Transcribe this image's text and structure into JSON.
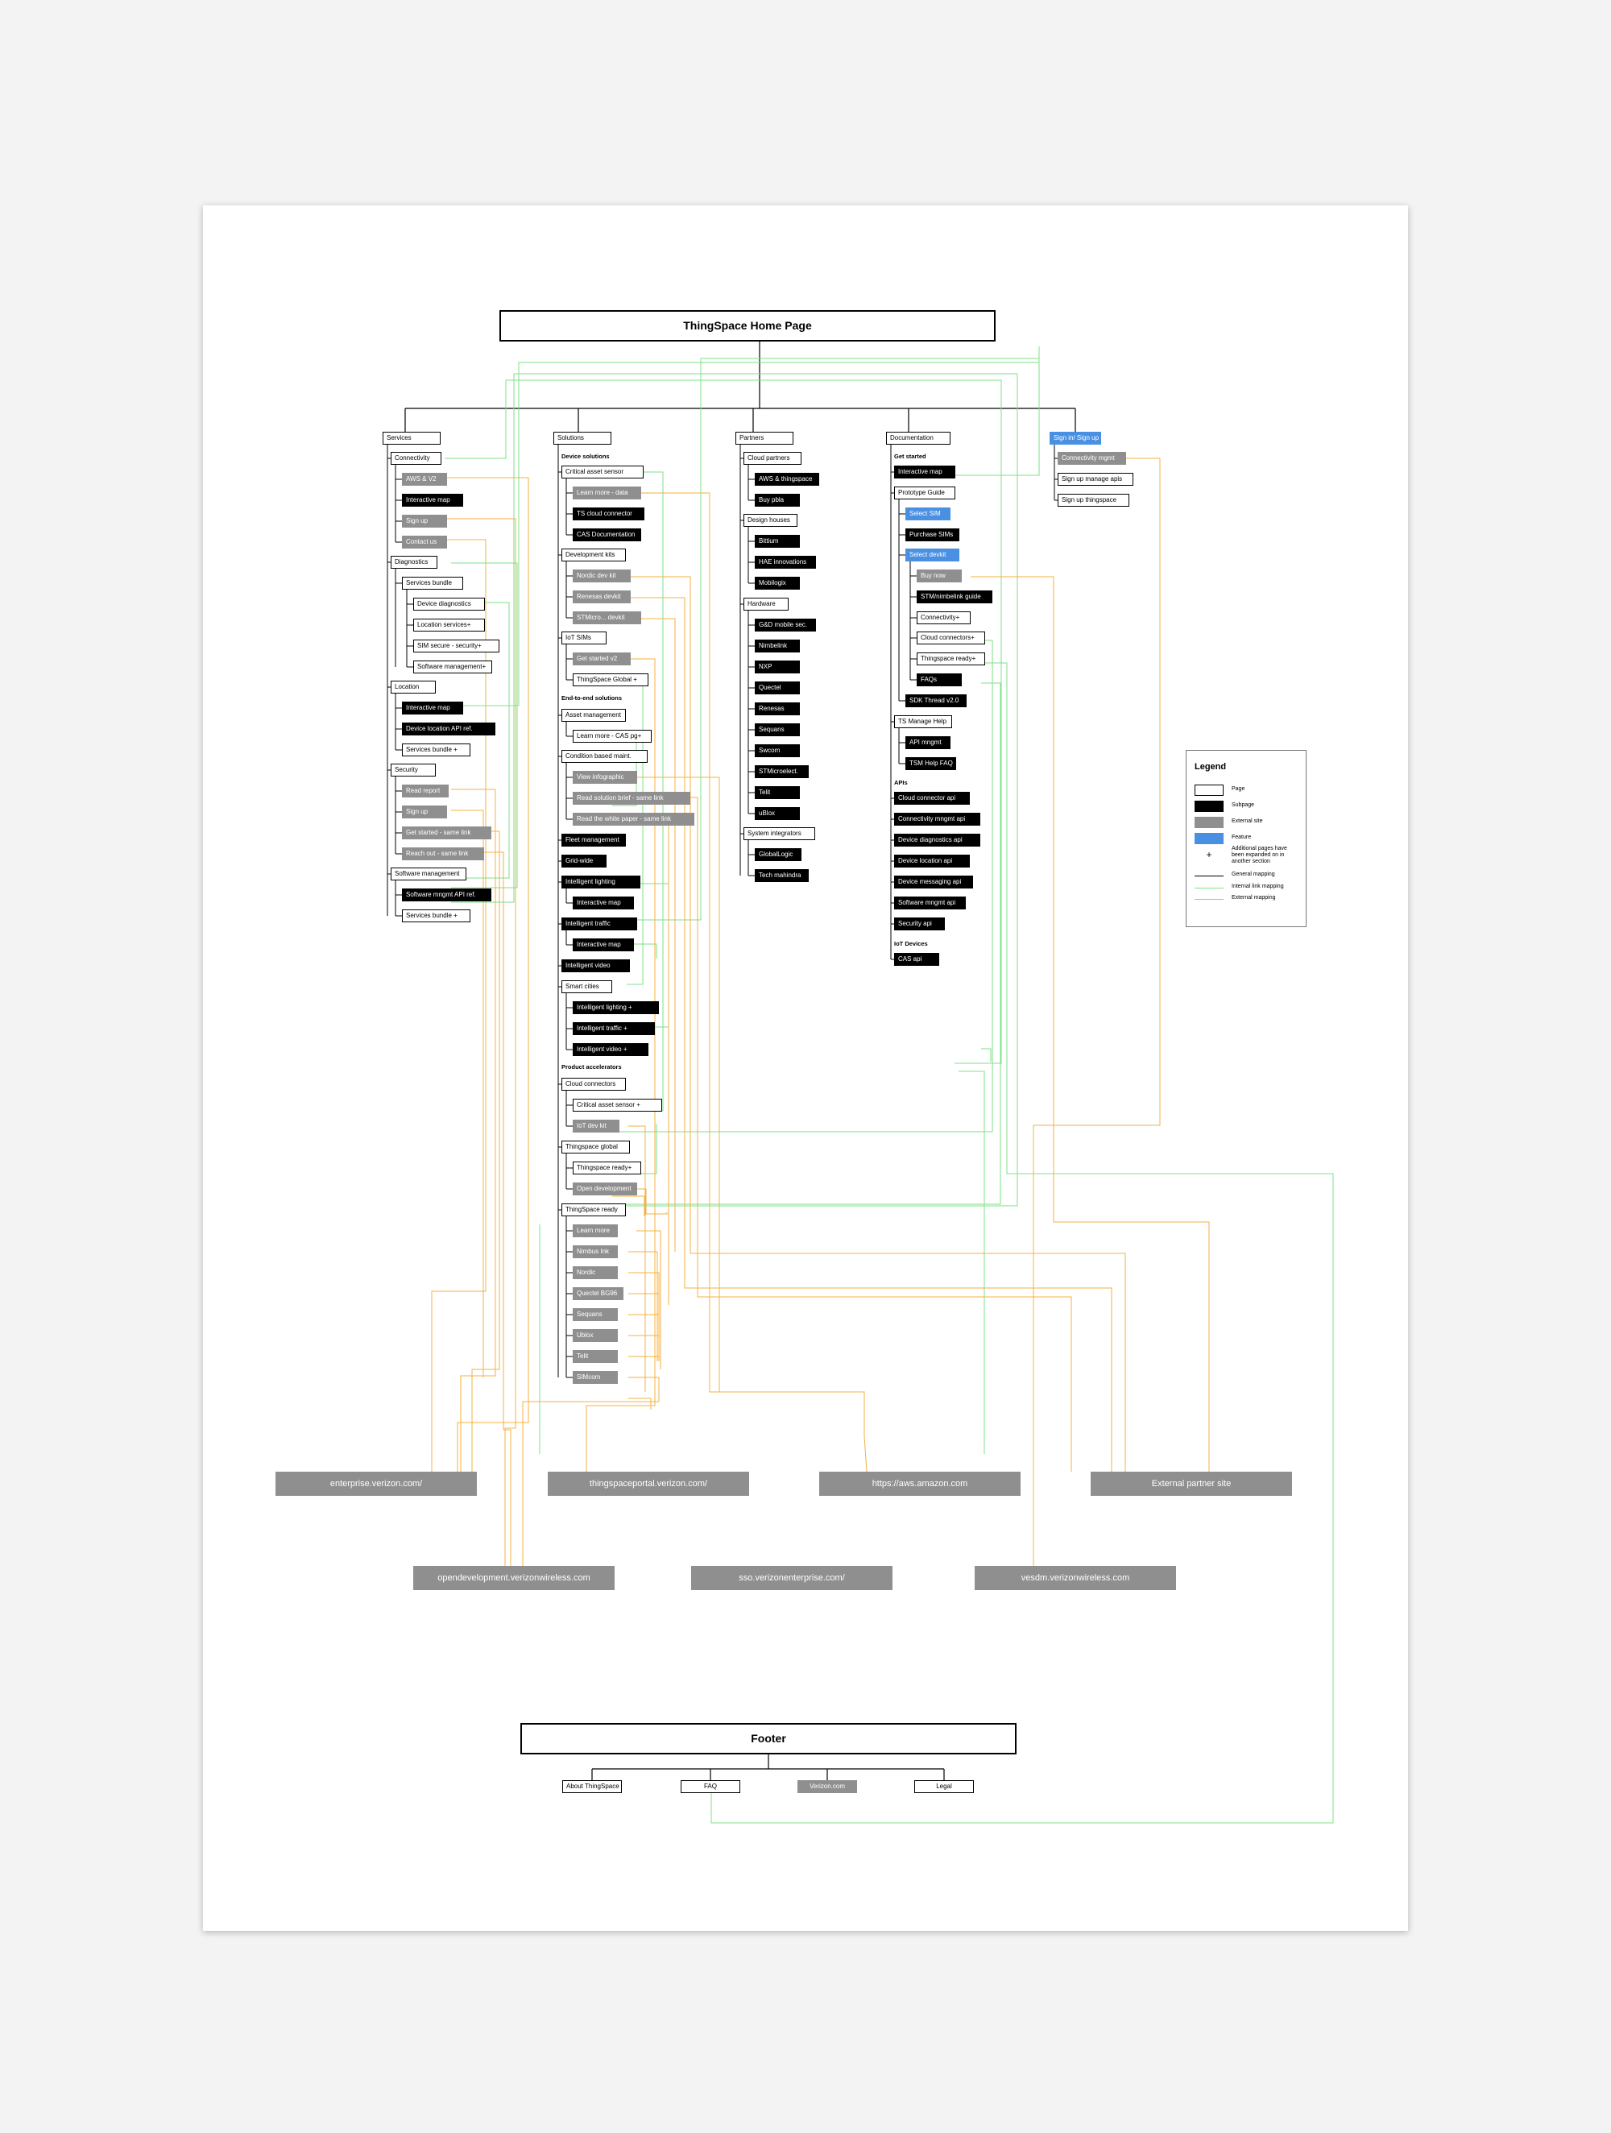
{
  "title": "ThingSpace Home Page",
  "footer_title": "Footer",
  "colors": {
    "page": "#ffffff",
    "subpage": "#000000",
    "external": "#8f8f8f",
    "feature": "#4a90e2",
    "general": "#000000",
    "internal": "#7ee28a",
    "externalLink": "#f5b041"
  },
  "columns": {
    "services": {
      "label": "Services",
      "items": [
        {
          "label": "Connectivity",
          "type": "page"
        },
        {
          "label": "AWS & V2",
          "type": "ext"
        },
        {
          "label": "Interactive map",
          "type": "sub"
        },
        {
          "label": "Sign up",
          "type": "ext"
        },
        {
          "label": "Contact us",
          "type": "ext"
        },
        {
          "label": "Diagnostics",
          "type": "page"
        },
        {
          "label": "Services bundle",
          "type": "page"
        },
        {
          "label": "Device diagnostics",
          "type": "page"
        },
        {
          "label": "Location services+",
          "type": "page"
        },
        {
          "label": "SIM secure - security+",
          "type": "page"
        },
        {
          "label": "Software management+",
          "type": "page"
        },
        {
          "label": "Location",
          "type": "page"
        },
        {
          "label": "Interactive map",
          "type": "sub"
        },
        {
          "label": "Device location API ref.",
          "type": "sub"
        },
        {
          "label": "Services bundle +",
          "type": "page"
        },
        {
          "label": "Security",
          "type": "page"
        },
        {
          "label": "Read report",
          "type": "ext"
        },
        {
          "label": "Sign up",
          "type": "ext"
        },
        {
          "label": "Get started - same link",
          "type": "ext"
        },
        {
          "label": "Reach out - same link",
          "type": "ext"
        },
        {
          "label": "Software management",
          "type": "page"
        },
        {
          "label": "Software mngmt API ref.",
          "type": "sub"
        },
        {
          "label": "Services bundle +",
          "type": "page"
        }
      ]
    },
    "solutions": {
      "label": "Solutions",
      "headers": [
        "Device solutions",
        "End-to-end solutions",
        "Product accelerators"
      ],
      "items": [
        {
          "label": "Critical asset sensor",
          "type": "page"
        },
        {
          "label": "Learn more - data",
          "type": "ext"
        },
        {
          "label": "TS cloud connector",
          "type": "sub"
        },
        {
          "label": "CAS Documentation",
          "type": "sub"
        },
        {
          "label": "Development kits",
          "type": "page"
        },
        {
          "label": "Nordic dev kit",
          "type": "ext"
        },
        {
          "label": "Renesas devkit",
          "type": "ext"
        },
        {
          "label": "STMicro... devkit",
          "type": "ext"
        },
        {
          "label": "IoT SIMs",
          "type": "page"
        },
        {
          "label": "Get started v2",
          "type": "ext"
        },
        {
          "label": "ThingSpace Global +",
          "type": "page"
        },
        {
          "label": "Asset management",
          "type": "page"
        },
        {
          "label": "Learn more - CAS pg+",
          "type": "page"
        },
        {
          "label": "Condition based maint.",
          "type": "page"
        },
        {
          "label": "View infographic",
          "type": "ext"
        },
        {
          "label": "Read solution brief - same link",
          "type": "ext"
        },
        {
          "label": "Read the white paper - same link",
          "type": "ext"
        },
        {
          "label": "Fleet management",
          "type": "sub"
        },
        {
          "label": "Grid-wide",
          "type": "sub"
        },
        {
          "label": "Intelligent lighting",
          "type": "sub"
        },
        {
          "label": "Interactive map",
          "type": "sub"
        },
        {
          "label": "Intelligent traffic",
          "type": "sub"
        },
        {
          "label": "Interactive map",
          "type": "sub"
        },
        {
          "label": "Intelligent video",
          "type": "sub"
        },
        {
          "label": "Smart cities",
          "type": "page"
        },
        {
          "label": "Intelligent lighting +",
          "type": "sub"
        },
        {
          "label": "Intelligent traffic +",
          "type": "sub"
        },
        {
          "label": "Intelligent video +",
          "type": "sub"
        },
        {
          "label": "Cloud connectors",
          "type": "page"
        },
        {
          "label": "Critical asset sensor +",
          "type": "page"
        },
        {
          "label": "IoT dev kit",
          "type": "ext"
        },
        {
          "label": "Thingspace global",
          "type": "page"
        },
        {
          "label": "Thingspace ready+",
          "type": "page"
        },
        {
          "label": "Open development",
          "type": "ext"
        },
        {
          "label": "ThingSpace ready",
          "type": "page"
        },
        {
          "label": "Learn more",
          "type": "ext"
        },
        {
          "label": "Nimbus Ink",
          "type": "ext"
        },
        {
          "label": "Nordic",
          "type": "ext"
        },
        {
          "label": "Quectel BG96",
          "type": "ext"
        },
        {
          "label": "Sequans",
          "type": "ext"
        },
        {
          "label": "Ublox",
          "type": "ext"
        },
        {
          "label": "Telit",
          "type": "ext"
        },
        {
          "label": "SIMcom",
          "type": "ext"
        }
      ]
    },
    "partners": {
      "label": "Partners",
      "items": [
        {
          "label": "Cloud partners",
          "type": "page"
        },
        {
          "label": "AWS & thingspace",
          "type": "sub"
        },
        {
          "label": "Buy pbla",
          "type": "sub"
        },
        {
          "label": "Design houses",
          "type": "page"
        },
        {
          "label": "Bittium",
          "type": "sub"
        },
        {
          "label": "HAE innovations",
          "type": "sub"
        },
        {
          "label": "Mobilogix",
          "type": "sub"
        },
        {
          "label": "Hardware",
          "type": "page"
        },
        {
          "label": "G&D mobile sec.",
          "type": "sub"
        },
        {
          "label": "Nimbelink",
          "type": "sub"
        },
        {
          "label": "NXP",
          "type": "sub"
        },
        {
          "label": "Quectel",
          "type": "sub"
        },
        {
          "label": "Renesas",
          "type": "sub"
        },
        {
          "label": "Sequans",
          "type": "sub"
        },
        {
          "label": "Swcom",
          "type": "sub"
        },
        {
          "label": "STMicroelect.",
          "type": "sub"
        },
        {
          "label": "Telit",
          "type": "sub"
        },
        {
          "label": "uBlox",
          "type": "sub"
        },
        {
          "label": "System integrators",
          "type": "page"
        },
        {
          "label": "GlobalLogic",
          "type": "sub"
        },
        {
          "label": "Tech mahindra",
          "type": "sub"
        }
      ]
    },
    "documentation": {
      "label": "Documentation",
      "headers": [
        "Get started",
        "APIs",
        "IoT Devices"
      ],
      "items": [
        {
          "label": "Interactive map",
          "type": "sub"
        },
        {
          "label": "Prototype Guide",
          "type": "page"
        },
        {
          "label": "Select SIM",
          "type": "feat"
        },
        {
          "label": "Purchase SIMs",
          "type": "sub"
        },
        {
          "label": "Select devkit",
          "type": "feat"
        },
        {
          "label": "Buy now",
          "type": "ext"
        },
        {
          "label": "STM/nimbelink guide",
          "type": "sub"
        },
        {
          "label": "Connectivity+",
          "type": "page"
        },
        {
          "label": "Cloud connectors+",
          "type": "page"
        },
        {
          "label": "Thingspace ready+",
          "type": "page"
        },
        {
          "label": "FAQs",
          "type": "sub"
        },
        {
          "label": "SDK Thread v2.0",
          "type": "sub"
        },
        {
          "label": "TS Manage Help",
          "type": "page"
        },
        {
          "label": "API mngmt",
          "type": "sub"
        },
        {
          "label": "TSM Help FAQ",
          "type": "sub"
        },
        {
          "label": "Cloud connector api",
          "type": "sub"
        },
        {
          "label": "Connectivity mngmt api",
          "type": "sub"
        },
        {
          "label": "Device diagnostics api",
          "type": "sub"
        },
        {
          "label": "Device location api",
          "type": "sub"
        },
        {
          "label": "Device messaging api",
          "type": "sub"
        },
        {
          "label": "Software mngmt api",
          "type": "sub"
        },
        {
          "label": "Security api",
          "type": "sub"
        },
        {
          "label": "CAS api",
          "type": "sub"
        }
      ]
    },
    "signin": {
      "label": "Sign in/ Sign up",
      "items": [
        {
          "label": "Connectivity mgmt",
          "type": "ext"
        },
        {
          "label": "Sign up manage apis",
          "type": "page"
        },
        {
          "label": "Sign up thingspace",
          "type": "page"
        }
      ]
    }
  },
  "external_sites": [
    "enterprise.verizon.com/",
    "thingspaceportal.verizon.com/",
    "https://aws.amazon.com",
    "External partner site",
    "opendevelopment.verizonwireless.com",
    "sso.verizonenterprise.com/",
    "vesdm.verizonwireless.com"
  ],
  "footer_items": [
    {
      "label": "About ThingSpace",
      "type": "page"
    },
    {
      "label": "FAQ",
      "type": "page"
    },
    {
      "label": "Verizon.com",
      "type": "ext"
    },
    {
      "label": "Legal",
      "type": "page"
    }
  ],
  "legend": {
    "title": "Legend",
    "items": [
      {
        "label": "Page",
        "kind": "page"
      },
      {
        "label": "Subpage",
        "kind": "sub"
      },
      {
        "label": "External site",
        "kind": "ext"
      },
      {
        "label": "Feature",
        "kind": "feat"
      },
      {
        "label": "Additional pages have been expanded on in another section",
        "kind": "plus"
      },
      {
        "label": "General mapping",
        "kind": "general"
      },
      {
        "label": "Internal link mapping",
        "kind": "internal"
      },
      {
        "label": "External mapping",
        "kind": "externalLink"
      }
    ]
  }
}
